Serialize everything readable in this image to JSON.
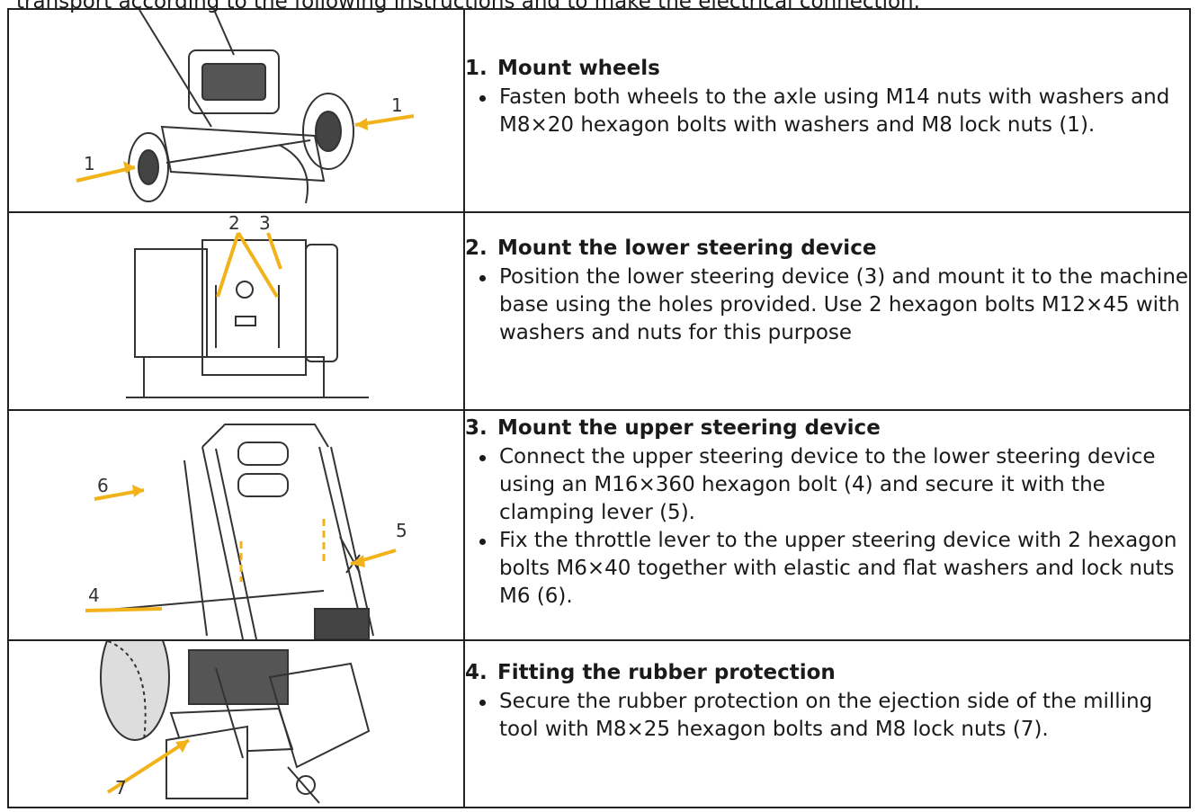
{
  "intro_text": "transport according to the following instructions and to make the electrical connection.",
  "steps": [
    {
      "number": "1.",
      "title": "Mount wheels",
      "bullets": [
        "Fasten both wheels to the axle using M14 nuts with washers and M8×20 hexagon bolts with washers and M8 lock nuts (1)."
      ],
      "callouts": [
        "1",
        "1"
      ]
    },
    {
      "number": "2.",
      "title": "Mount the lower steering device",
      "bullets": [
        "Position the lower steering device (3) and mount it to the machine base using the holes provided. Use 2 hexagon bolts M12×45 with washers and nuts for this purpose"
      ],
      "callouts": [
        "2",
        "3"
      ]
    },
    {
      "number": "3.",
      "title": "Mount the upper steering device",
      "bullets": [
        "Connect the upper steering device to the lower steering device using an M16×360 hexagon bolt (4) and secure it with the clamping lever (5).",
        "Fix the throttle lever to the upper steering device with 2 hexagon bolts M6×40 together with elastic and flat washers and lock nuts M6 (6)."
      ],
      "callouts": [
        "6",
        "5",
        "4"
      ]
    },
    {
      "number": "4.",
      "title": "Fitting the rubber protection",
      "bullets": [
        "Secure the rubber protection on the ejection side of the milling tool with M8×25 hexagon bolts and M8 lock nuts (7)."
      ],
      "callouts": [
        "7"
      ]
    }
  ],
  "colors": {
    "arrow": "#f2b21a",
    "border": "#222222",
    "line_art": "#333333"
  }
}
